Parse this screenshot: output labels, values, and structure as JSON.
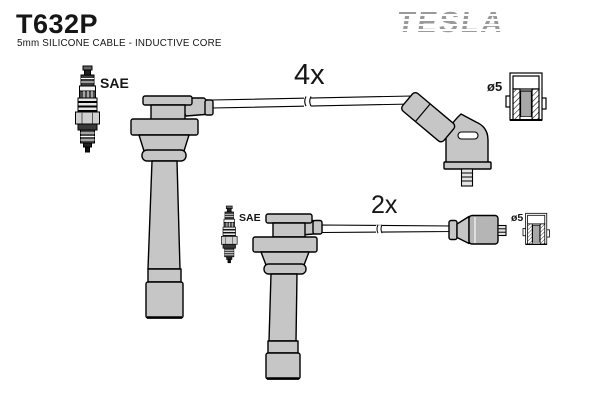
{
  "header": {
    "part_number": "T632P",
    "subtitle": "5mm SILICONE CABLE - INDUCTIVE CORE",
    "brand": "TESLA",
    "brand_color": "#9a9a9a"
  },
  "diagram": {
    "top_assembly": {
      "quantity": "4x",
      "plug_type": "SAE",
      "terminal_diameter": "ø5",
      "icons": [
        "spark-plug-icon",
        "coil-boot-icon",
        "ignition-cable",
        "elbow-terminal-icon",
        "terminal-cap-cross-section-icon"
      ]
    },
    "bottom_assembly": {
      "quantity": "2x",
      "plug_type": "SAE",
      "terminal_diameter": "ø5",
      "icons": [
        "spark-plug-icon",
        "coil-boot-icon",
        "ignition-cable",
        "straight-terminal-icon",
        "terminal-cap-cross-section-icon"
      ]
    },
    "colors": {
      "boot_fill": "#c6c6c6",
      "boot_fill_dark": "#b5b5b5",
      "outline": "#000000",
      "rod_fill": "#a8a8a8",
      "brand_gray": "#9a9a9a"
    }
  }
}
